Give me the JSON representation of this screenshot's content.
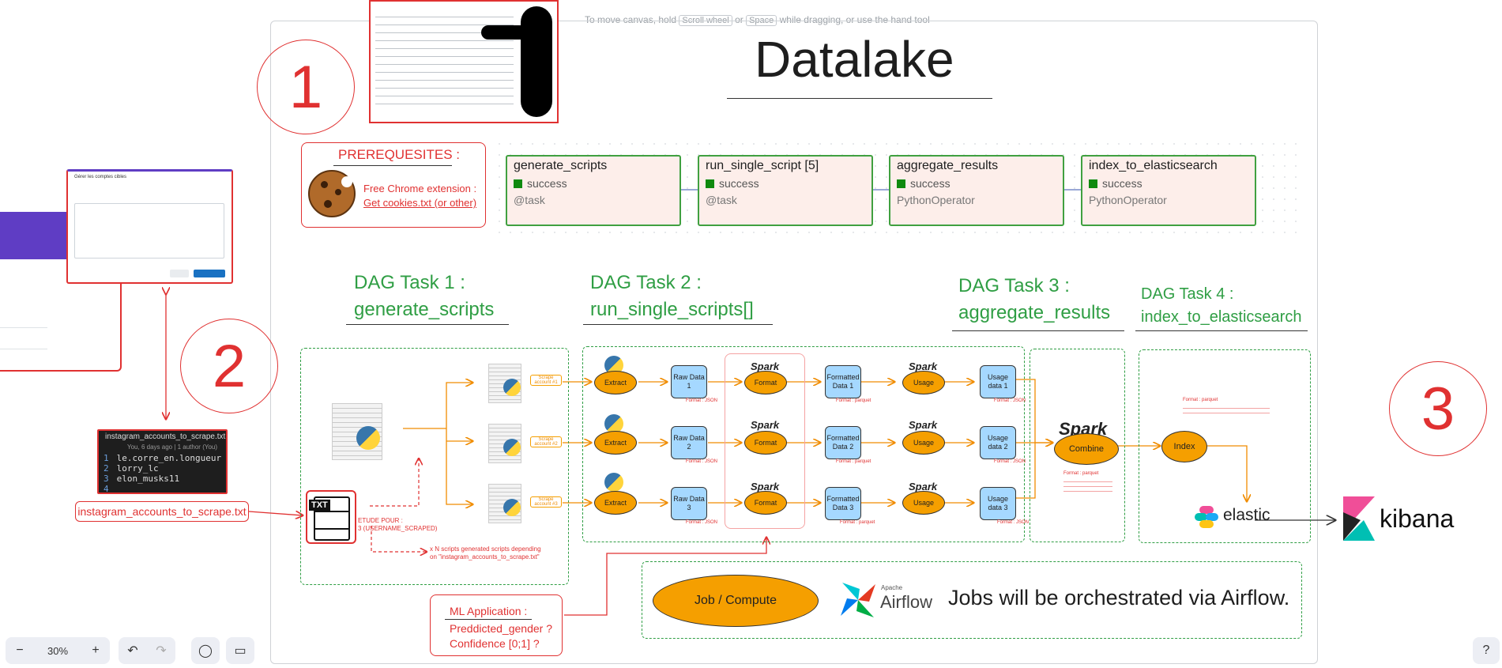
{
  "hint": {
    "pre": "To move canvas, hold",
    "k1": "Scroll wheel",
    "or1": "or",
    "k2": "Space",
    "post": "while dragging, or use the hand tool"
  },
  "title": "Datalake",
  "circles": {
    "c1": "1",
    "c2": "2",
    "c3": "3"
  },
  "prereq": {
    "title": "PREREQUESITES :",
    "line1": "Free Chrome extension :",
    "line2": "Get cookies.txt (or other)"
  },
  "tasks": [
    {
      "name": "generate_scripts",
      "status": "success",
      "type": "@task"
    },
    {
      "name": "run_single_script [5]",
      "status": "success",
      "type": "@task"
    },
    {
      "name": "aggregate_results",
      "status": "success",
      "type": "PythonOperator"
    },
    {
      "name": "index_to_elasticsearch",
      "status": "success",
      "type": "PythonOperator"
    }
  ],
  "dags": [
    {
      "l1": "DAG Task 1 :",
      "l2": "generate_scripts"
    },
    {
      "l1": "DAG Task 2 :",
      "l2": "run_single_scripts[]"
    },
    {
      "l1": "DAG Task 3 :",
      "l2": "aggregate_results"
    },
    {
      "l1": "DAG Task 4 :",
      "l2": "index_to_elasticsearch"
    }
  ],
  "file_label": "instagram_accounts_to_scrape.txt",
  "txt_icon": "TXT",
  "code": {
    "filename": "instagram_accounts_to_scrape.txt",
    "meta": "You, 6 days ago | 1 author (You)",
    "lines": [
      "le.corre_en.longueur",
      "lorry_lc",
      "elon_musks11"
    ],
    "nums": [
      "1",
      "2",
      "3",
      "4"
    ]
  },
  "etude": {
    "l1": "ETUDE POUR :",
    "l2": "3 (USERNAME_SCRAPED)"
  },
  "xn": {
    "l1": "x N scripts generated scripts depending",
    "l2": "on \"instagram_accounts_to_scrape.txt\""
  },
  "scrape": [
    "Scrape account #1",
    "Scrape account #2",
    "Scrape account #3"
  ],
  "extract": "Extract",
  "raw": [
    "Raw Data 1",
    "Raw Data 2",
    "Raw Data 3"
  ],
  "format": "Format",
  "formatted": [
    "Formatted Data 1",
    "Formatted Data 2",
    "Formatted Data 3"
  ],
  "usage": "Usage",
  "usage_data": [
    "Usage data 1",
    "Usage data 2",
    "Usage data 3"
  ],
  "combine": "Combine",
  "index": "Index",
  "spark": "Spark",
  "elastic": "elastic",
  "kibana": "kibana",
  "ml": {
    "l1": "ML Application :",
    "l2": "Preddicted_gender ?",
    "l3": "Confidence [0;1] ?"
  },
  "job": "Job / Compute",
  "airflow": {
    "apache": "Apache",
    "name": "Airflow",
    "text": "Jobs will be orchestrated via Airflow."
  },
  "dialog": {
    "title": "Gérer les comptes cibles"
  },
  "toolbar": {
    "zoom": "30%",
    "minus": "−",
    "plus": "+"
  },
  "tiny": {
    "raw": "Format : JSON",
    "fmt": "Format : parquet",
    "usage": "Format : JSON",
    "combine": "Format : parquet",
    "index": "Format : parquet"
  }
}
